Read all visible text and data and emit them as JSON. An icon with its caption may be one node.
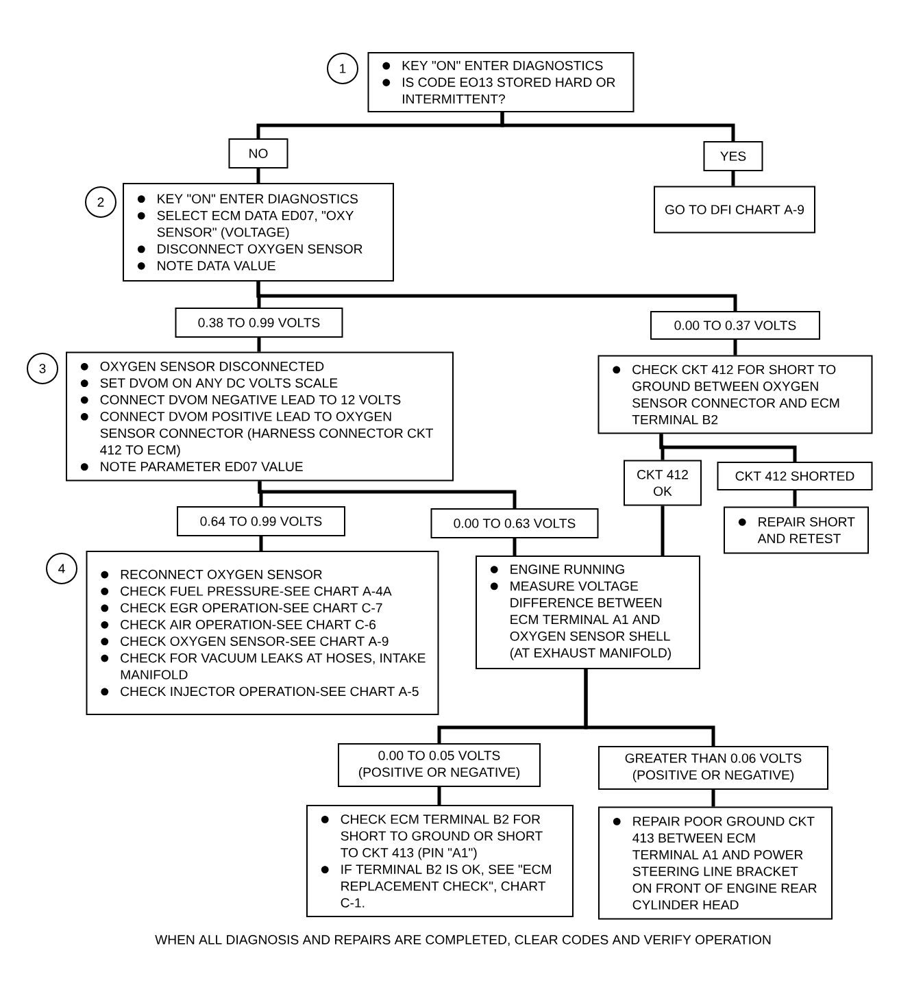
{
  "diagram": {
    "nodes": [
      {
        "text": [
          "1"
        ]
      },
      {
        "text": [
          "KEY \"ON\" ENTER DIAGNOSTICS",
          "IS CODE EO13 STORED HARD OR INTERMITTENT?"
        ]
      },
      {
        "text": [
          "NO"
        ]
      },
      {
        "text": [
          "YES"
        ]
      },
      {
        "text": [
          "2"
        ]
      },
      {
        "text": [
          "KEY \"ON\" ENTER DIAGNOSTICS",
          "SELECT ECM DATA ED07, \"OXY SENSOR\" (VOLTAGE)",
          "DISCONNECT OXYGEN SENSOR",
          "NOTE DATA VALUE"
        ]
      },
      {
        "text": [
          "GO TO DFI CHART A-9"
        ]
      },
      {
        "text": [
          "0.38 TO 0.99 VOLTS"
        ]
      },
      {
        "text": [
          "0.00 TO 0.37 VOLTS"
        ]
      },
      {
        "text": [
          "3"
        ]
      },
      {
        "text": [
          "OXYGEN SENSOR DISCONNECTED",
          "SET DVOM ON ANY DC VOLTS SCALE",
          "CONNECT DVOM NEGATIVE LEAD TO 12 VOLTS",
          "CONNECT DVOM POSITIVE LEAD TO OXYGEN SENSOR CONNECTOR (HARNESS CONNECTOR CKT 412 TO ECM)",
          "NOTE PARAMETER ED07 VALUE"
        ]
      },
      {
        "text": [
          "CHECK CKT 412 FOR SHORT TO GROUND BETWEEN OXYGEN SENSOR CONNECTOR AND ECM TERMINAL B2"
        ]
      },
      {
        "text": [
          "CKT 412 OK"
        ]
      },
      {
        "text": [
          "CKT 412 SHORTED"
        ]
      },
      {
        "text": [
          "0.64 TO 0.99 VOLTS"
        ]
      },
      {
        "text": [
          "0.00 TO 0.63 VOLTS"
        ]
      },
      {
        "text": [
          "REPAIR SHORT AND RETEST"
        ]
      },
      {
        "text": [
          "4"
        ]
      },
      {
        "text": [
          "RECONNECT OXYGEN SENSOR",
          "CHECK FUEL PRESSURE-SEE CHART A-4A",
          "CHECK EGR OPERATION-SEE CHART C-7",
          "CHECK AIR OPERATION-SEE CHART C-6",
          "CHECK OXYGEN SENSOR-SEE CHART A-9",
          "CHECK FOR VACUUM LEAKS AT HOSES, INTAKE MANIFOLD",
          "CHECK INJECTOR OPERATION-SEE CHART A-5"
        ]
      },
      {
        "text": [
          "ENGINE RUNNING",
          "MEASURE VOLTAGE DIFFERENCE BETWEEN ECM TERMINAL A1 AND OXYGEN SENSOR SHELL (AT EXHAUST MANIFOLD)"
        ]
      },
      {
        "text": [
          "0.00 TO 0.05 VOLTS (POSITIVE OR NEGATIVE)"
        ]
      },
      {
        "text": [
          "GREATER THAN 0.06 VOLTS (POSITIVE OR NEGATIVE)"
        ]
      },
      {
        "text": [
          "CHECK ECM TERMINAL B2 FOR SHORT TO GROUND OR SHORT TO CKT 413 (PIN \"A1\")",
          "IF TERMINAL B2 IS OK, SEE \"ECM REPLACEMENT CHECK\", CHART C-1."
        ]
      },
      {
        "text": [
          "REPAIR POOR GROUND CKT 413 BETWEEN ECM TERMINAL A1 AND POWER STEERING LINE BRACKET ON FRONT OF ENGINE REAR CYLINDER HEAD"
        ]
      }
    ],
    "edges": [
      {
        "from": 1,
        "to": 2,
        "arrow": "none"
      },
      {
        "from": 1,
        "to": 3,
        "arrow": "none"
      },
      {
        "from": 3,
        "to": 6,
        "arrow": "none"
      },
      {
        "from": 2,
        "to": 5,
        "arrow": "none"
      },
      {
        "from": 5,
        "to": 7,
        "arrow": "none"
      },
      {
        "from": 5,
        "to": 8,
        "arrow": "none"
      },
      {
        "from": 7,
        "to": 10,
        "arrow": "none"
      },
      {
        "from": 8,
        "to": 11,
        "arrow": "none"
      },
      {
        "from": 11,
        "to": 12,
        "arrow": "none"
      },
      {
        "from": 11,
        "to": 13,
        "arrow": "none"
      },
      {
        "from": 13,
        "to": 16,
        "arrow": "none"
      },
      {
        "from": 10,
        "to": 14,
        "arrow": "none"
      },
      {
        "from": 10,
        "to": 15,
        "arrow": "none"
      },
      {
        "from": 14,
        "to": 18,
        "arrow": "none"
      },
      {
        "from": 15,
        "to": 19,
        "arrow": "none"
      },
      {
        "from": 12,
        "to": 19,
        "arrow": "none"
      },
      {
        "from": 19,
        "to": 20,
        "arrow": "none"
      },
      {
        "from": 19,
        "to": 21,
        "arrow": "none"
      },
      {
        "from": 20,
        "to": 22,
        "arrow": "none"
      },
      {
        "from": 21,
        "to": 23,
        "arrow": "none"
      }
    ],
    "labels": [
      "WHEN ALL DIAGNOSIS AND REPAIRS ARE COMPLETED, CLEAR CODES AND VERIFY OPERATION"
    ]
  }
}
